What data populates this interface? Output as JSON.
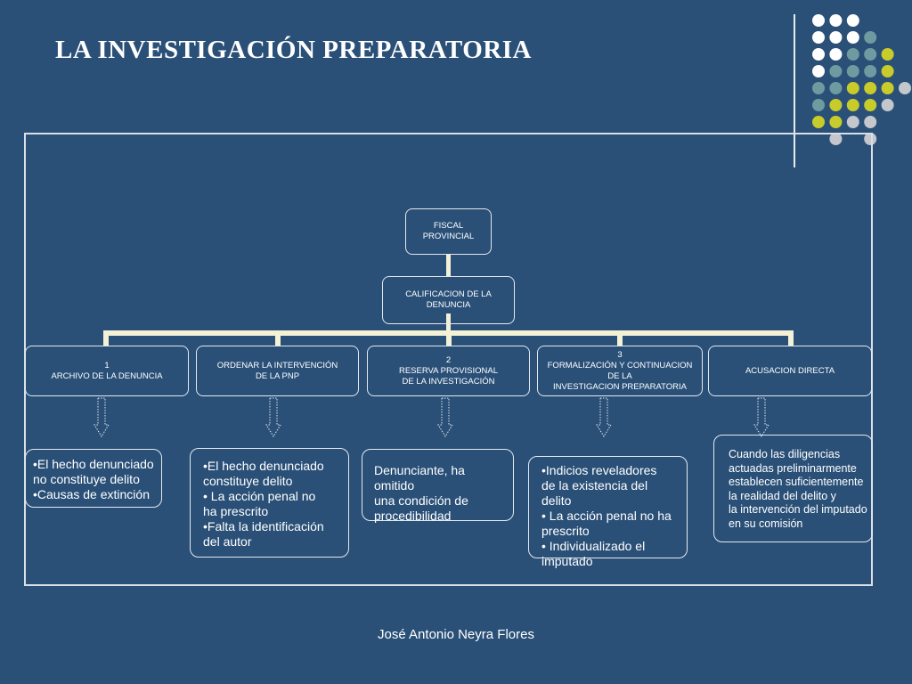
{
  "title": "LA INVESTIGACIÓN PREPARATORIA",
  "colors": {
    "background": "#2a5078",
    "dot_white": "#ffffff",
    "dot_teal": "#6e9ba0",
    "dot_yellow": "#c8cc2a",
    "dot_gray": "#c4c7cc",
    "connector": "#f4f2d6"
  },
  "diagram": {
    "root": "FISCAL PROVINCIAL",
    "second": "CALIFICACION DE LA DENUNCIA",
    "branches": [
      "1\nARCHIVO DE LA DENUNCIA",
      "ORDENAR LA INTERVENCIÓN\nDE LA PNP",
      "2\nRESERVA PROVISIONAL\nDE LA INVESTIGACIÓN",
      "3\nFORMALIZACIÓN Y CONTINUACION\nDE LA\nINVESTIGACION PREPARATORIA",
      "ACUSACION DIRECTA"
    ],
    "details": [
      [
        "•El hecho denunciado\nno constituye delito",
        "•Causas de extinción"
      ],
      [
        "•El hecho denunciado\nconstituye delito",
        "• La acción penal no\nha prescrito",
        "•Falta la identificación\ndel autor"
      ],
      [
        "Denunciante, ha omitido\nuna condición de\nprocedibilidad"
      ],
      [
        "•Indicios reveladores\n de la existencia del delito",
        "• La acción penal no ha\nprescrito",
        "• Individualizado el\nimputado"
      ],
      [
        "Cuando las diligencias\nactuadas preliminarmente\n establecen suficientemente\n la   realidad del delito y\nla intervención del imputado\nen su comisión"
      ]
    ]
  },
  "footer": "José Antonio Neyra Flores"
}
